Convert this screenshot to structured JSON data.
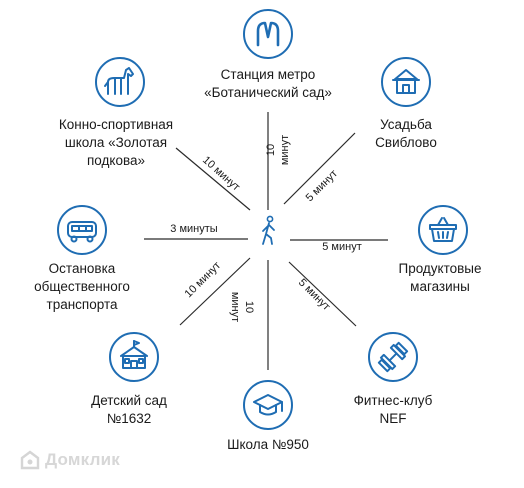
{
  "center_icon": "walking-person-icon",
  "colors": {
    "accent": "#1f6db3",
    "line": "#2b2b2b",
    "watermark": "#d5d5d5"
  },
  "destinations": [
    {
      "id": "metro",
      "icon": "metro-logo-icon",
      "label": "Станция метро\n«Ботанический сад»",
      "time": "10 минут"
    },
    {
      "id": "manor",
      "icon": "house-icon",
      "label": "Усадьба\nСвиблово",
      "time": "5 минут"
    },
    {
      "id": "shops",
      "icon": "shopping-basket-icon",
      "label": "Продуктовые\nмагазины",
      "time": "5 минут"
    },
    {
      "id": "fitness",
      "icon": "dumbbell-icon",
      "label": "Фитнес-клуб\nNEF",
      "time": "5 минут"
    },
    {
      "id": "school",
      "icon": "graduation-cap-icon",
      "label": "Школа №950",
      "time": "10 минут"
    },
    {
      "id": "kindergarten",
      "icon": "kindergarten-icon",
      "label": "Детский сад\n№1632",
      "time": "10 минут"
    },
    {
      "id": "bus",
      "icon": "bus-icon",
      "label": "Остановка\nобщественного\nтранспорта",
      "time": "3 минуты"
    },
    {
      "id": "horse",
      "icon": "horse-icon",
      "label": "Конно-спортивная\nшкола «Золотая\nподкова»",
      "time": "10 минут"
    }
  ],
  "watermark": {
    "icon": "domclick-logo-icon",
    "text": "Домклик"
  }
}
